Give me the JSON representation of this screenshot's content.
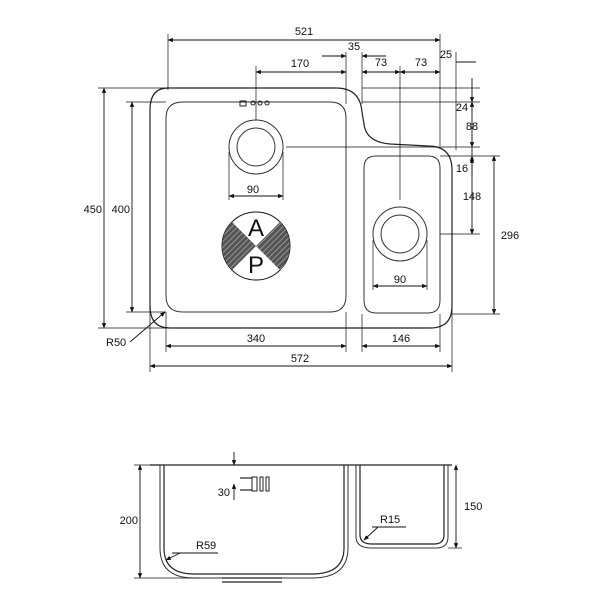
{
  "plan_view": {
    "dimensions": {
      "overall_top_width": "521",
      "gap_between_bowls": "35",
      "small_bowl_half_a": "73",
      "small_bowl_half_b": "73",
      "right_flange": "25",
      "main_waste_offset": "170",
      "flange_depth_24": "24",
      "offset_88": "88",
      "offset_16": "16",
      "small_depth_148": "148",
      "small_overall_296": "296",
      "overall_depth": "450",
      "main_bowl_depth": "400",
      "main_waste_diameter": "90",
      "small_waste_diameter": "90",
      "corner_radius": "R50",
      "main_bowl_width": "340",
      "small_bowl_width": "146",
      "overall_width": "572"
    },
    "logo": {
      "letter_top": "A",
      "letter_bottom": "P"
    }
  },
  "section_view": {
    "dimensions": {
      "main_bowl_depth": "200",
      "small_bowl_depth": "150",
      "overflow_height": "30",
      "main_bowl_radius": "R59",
      "small_bowl_radius": "R15"
    }
  }
}
